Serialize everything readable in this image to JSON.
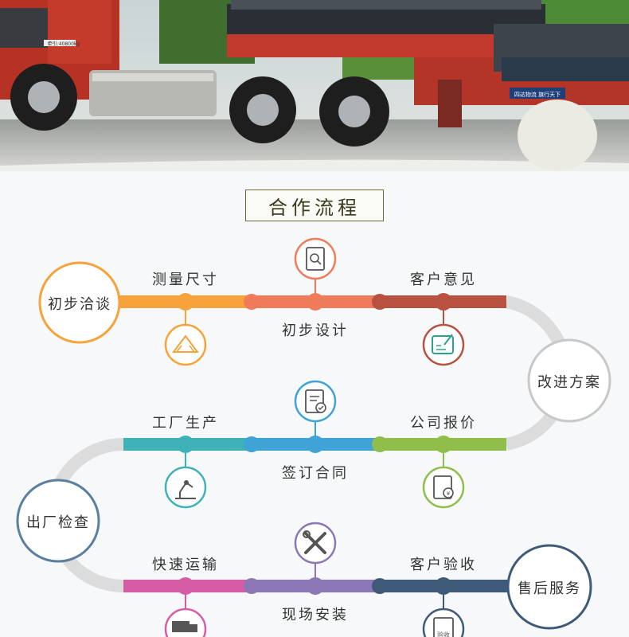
{
  "title": "合作流程",
  "photo": {
    "truck_plate_text": "牵引:40800kg",
    "trailer_sign": "四达物流 旗行天下"
  },
  "steps": {
    "start": "初步洽谈",
    "measure": "测量尺寸",
    "design": "初步设计",
    "feedback": "客户意见",
    "revise": "改进方案",
    "quote": "公司报价",
    "contract": "签订合同",
    "produce": "工厂生产",
    "inspect": "出厂检查",
    "ship": "快速运输",
    "install": "现场安装",
    "accept": "客户验收",
    "service": "售后服务"
  },
  "icon_text": {
    "accept_doc": "验收"
  },
  "colors": {
    "orange": "#f7a23a",
    "coral": "#ef7b5b",
    "brown": "#b8513f",
    "grey_track": "#dcdcdc",
    "revise_ring": "#c8c8c8",
    "olive": "#8fbe4a",
    "blue": "#3fa3d8",
    "teal": "#3fb2b8",
    "slate": "#5a7fa0",
    "pink": "#d65ca6",
    "purple": "#8b78b4",
    "navy": "#3f5a78"
  }
}
